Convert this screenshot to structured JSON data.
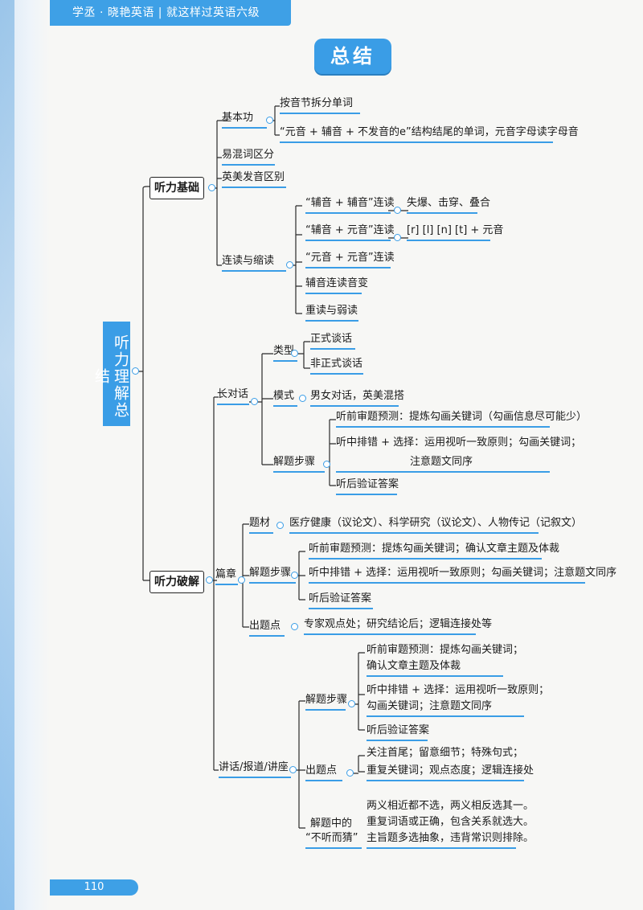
{
  "header": {
    "series_title": "学丞 · 晓艳英语 | 就这样过英语六级"
  },
  "title": "总结",
  "root": "听力理解总结",
  "section1": {
    "label": "听力基础",
    "basic": {
      "label": "基本功",
      "items": [
        "按音节拆分单词",
        "“元音 + 辅音 + 不发音的e”结构结尾的单词，元音字母读字母音"
      ]
    },
    "confusing": "易混词区分",
    "accent": "英美发音区别",
    "linking": {
      "label": "连读与缩读",
      "items": [
        "“辅音 + 辅音”连读",
        "“辅音 + 元音”连读",
        "“元音 + 元音”连读",
        "辅音连读音变",
        "重读与弱读"
      ],
      "cc_detail": "失爆、击穿、叠合",
      "cv_detail": "[r] [l] [n] [t] + 元音"
    }
  },
  "section2": {
    "label": "听力破解",
    "long": {
      "label": "长对话",
      "type_label": "类型",
      "types": [
        "正式谈话",
        "非正式谈话"
      ],
      "mode_label": "模式",
      "mode": "男女对话，英美混搭",
      "steps_label": "解题步骤",
      "steps": [
        "听前审题预测：提炼勾画关键词（勾画信息尽可能少）",
        "听中排错 + 选择：运用视听一致原则；勾画关键词；",
        "注意题文同序",
        "听后验证答案"
      ]
    },
    "passage": {
      "label": "篇章",
      "topic_label": "题材",
      "topic": "医疗健康（议论文）、科学研究（议论文）、人物传记（记叙文）",
      "steps_label": "解题步骤",
      "steps": [
        "听前审题预测：提炼勾画关键词；确认文章主题及体裁",
        "听中排错 + 选择：运用视听一致原则；勾画关键词；注意题文同序",
        "听后验证答案"
      ],
      "points_label": "出题点",
      "points": "专家观点处；研究结论后；逻辑连接处等"
    },
    "lecture": {
      "label": "讲话/报道/讲座",
      "steps_label": "解题步骤",
      "steps": [
        "听前审题预测：提炼勾画关键词；",
        "确认文章主题及体裁",
        "听中排错 + 选择：运用视听一致原则；",
        "勾画关键词；注意题文同序",
        "听后验证答案"
      ],
      "points_label": "出题点",
      "points": [
        "关注首尾；留意细节；特殊句式；",
        "重复关键词；观点态度；逻辑连接处"
      ],
      "guess_label": [
        "解题中的",
        "“不听而猜”"
      ],
      "guess": [
        "两义相近都不选，两义相反选其一。",
        "重复词语或正确，包含关系就选大。",
        "主旨题多选抽象，违背常识则排除。"
      ]
    }
  },
  "page_number": "110"
}
